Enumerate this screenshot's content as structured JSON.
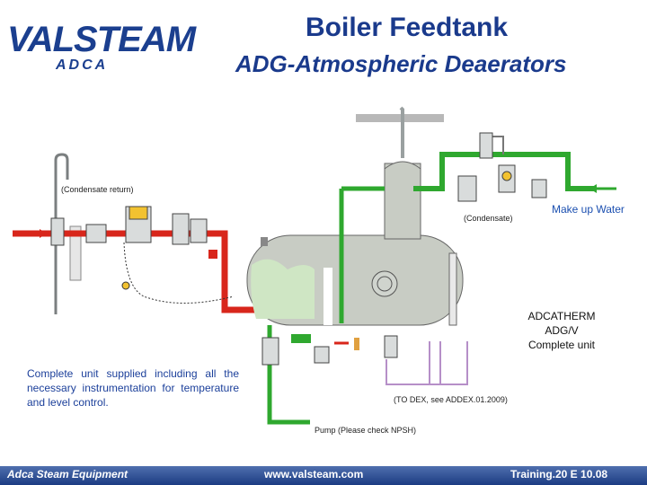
{
  "header": {
    "logo_main": "VALSTEAM",
    "logo_sub": "ADCA",
    "title_line1": "Boiler Feedtank",
    "title_line2": "ADG-Atmospheric Deaerators"
  },
  "diagram": {
    "condensate_return_label": "(Condensate return)",
    "condensate_label": "(Condensate)",
    "makeup_water_label": "Make up Water",
    "product_label_lines": [
      "ADCATHERM",
      "ADG/V",
      "Complete unit"
    ],
    "to_dex_label": "(TO DEX, see ADDEX.01.2009)",
    "pump_label": "Pump (Please check NPSH)",
    "note_text": "Complete unit supplied including all the necessary instrumentation for temperature and level control."
  },
  "footer": {
    "left": "Adca Steam Equipment",
    "center": "www.valsteam.com",
    "right": "Training.20 E 10.08"
  },
  "colors": {
    "brand_blue": "#1b3f8f",
    "pipe_green": "#2fa82f",
    "pipe_red": "#d8261b",
    "tank_gray": "#c8ccc4",
    "water_green": "#cfe6c4"
  }
}
